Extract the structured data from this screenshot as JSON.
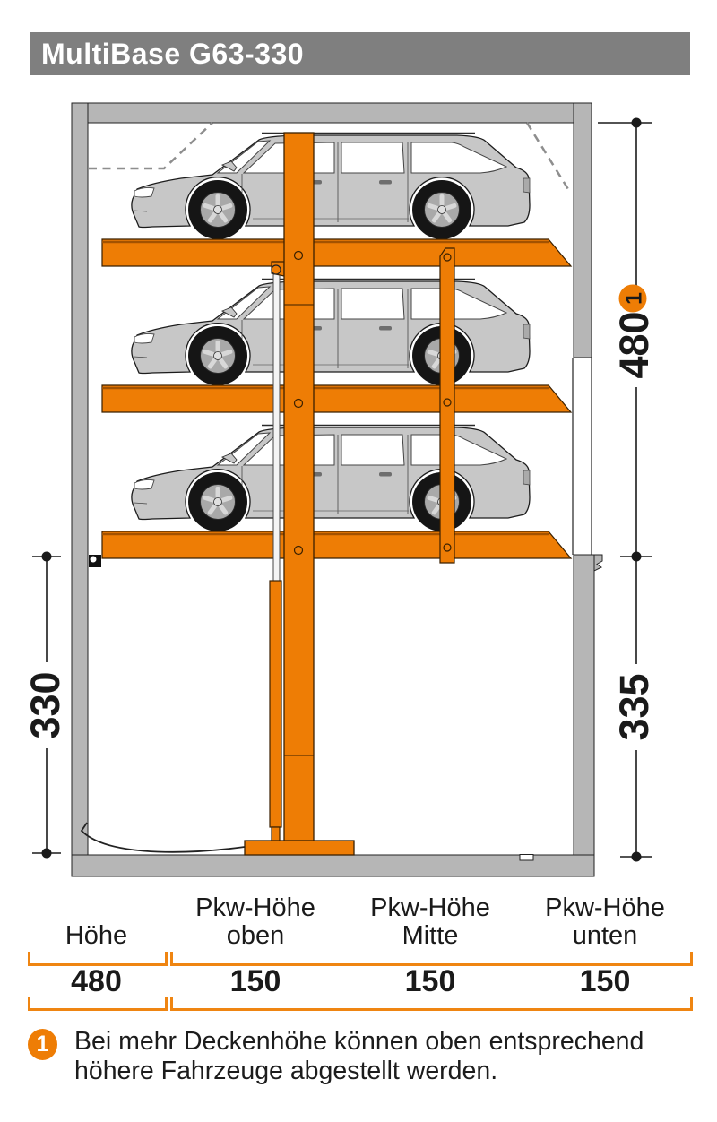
{
  "header": {
    "title": "MultiBase G63-330"
  },
  "diagram": {
    "dimensions": {
      "overall_height": "480",
      "pit_depth_left": "330",
      "pit_depth_right": "335"
    },
    "note_marker": "1",
    "parking_levels": 3
  },
  "table": {
    "columns": [
      {
        "header_top": "",
        "header_bottom": "Höhe",
        "value": "480"
      },
      {
        "header_top": "Pkw-Höhe",
        "header_bottom": "oben",
        "value": "150"
      },
      {
        "header_top": "Pkw-Höhe",
        "header_bottom": "Mitte",
        "value": "150"
      },
      {
        "header_top": "Pkw-Höhe",
        "header_bottom": "unten",
        "value": "150"
      }
    ]
  },
  "footnote": {
    "marker": "1",
    "line1": "Bei mehr Deckenhöhe können oben entsprechend",
    "line2": "höhere Fahrzeuge abgestellt werden."
  },
  "colors": {
    "accent_orange": "#ee7d05",
    "bracket_orange": "#ef8512",
    "wall_gray": "#b6b6b6",
    "header_gray": "#7f7f7f",
    "car_gray": "#c7c7c7",
    "text_black": "#1a1a1a"
  }
}
